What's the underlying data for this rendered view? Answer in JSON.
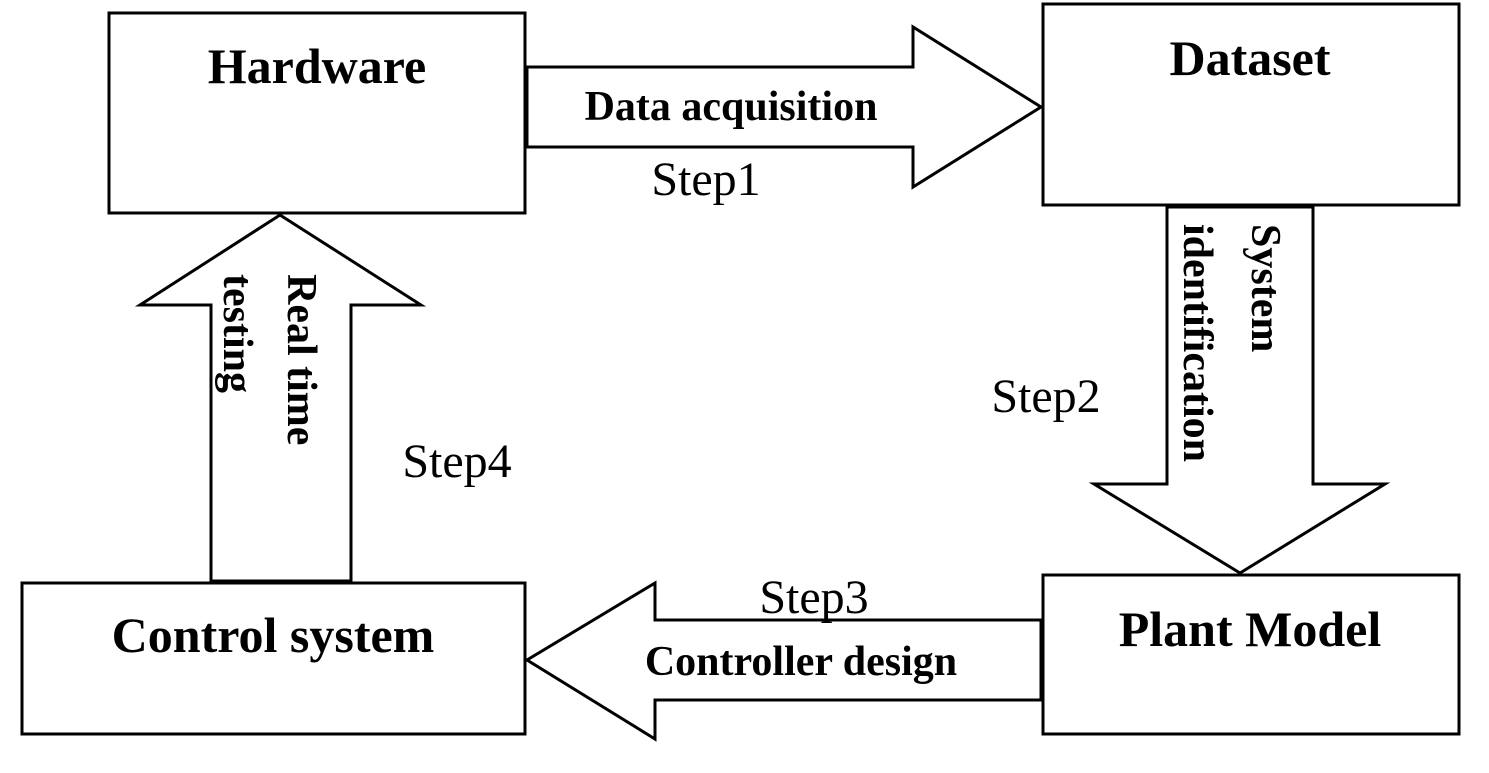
{
  "nodes": {
    "hardware": "Hardware",
    "dataset": "Dataset",
    "plant_model": "Plant Model",
    "control_system": "Control system"
  },
  "edges": {
    "data_acquisition": {
      "label": "Data acquisition",
      "step": "Step1"
    },
    "system_identification": {
      "label_line1": "System",
      "label_line2": "identification",
      "step": "Step2"
    },
    "controller_design": {
      "label": "Controller design",
      "step": "Step3"
    },
    "real_time_testing": {
      "label_line1": "Real time",
      "label_line2": "testing",
      "step": "Step4"
    }
  }
}
